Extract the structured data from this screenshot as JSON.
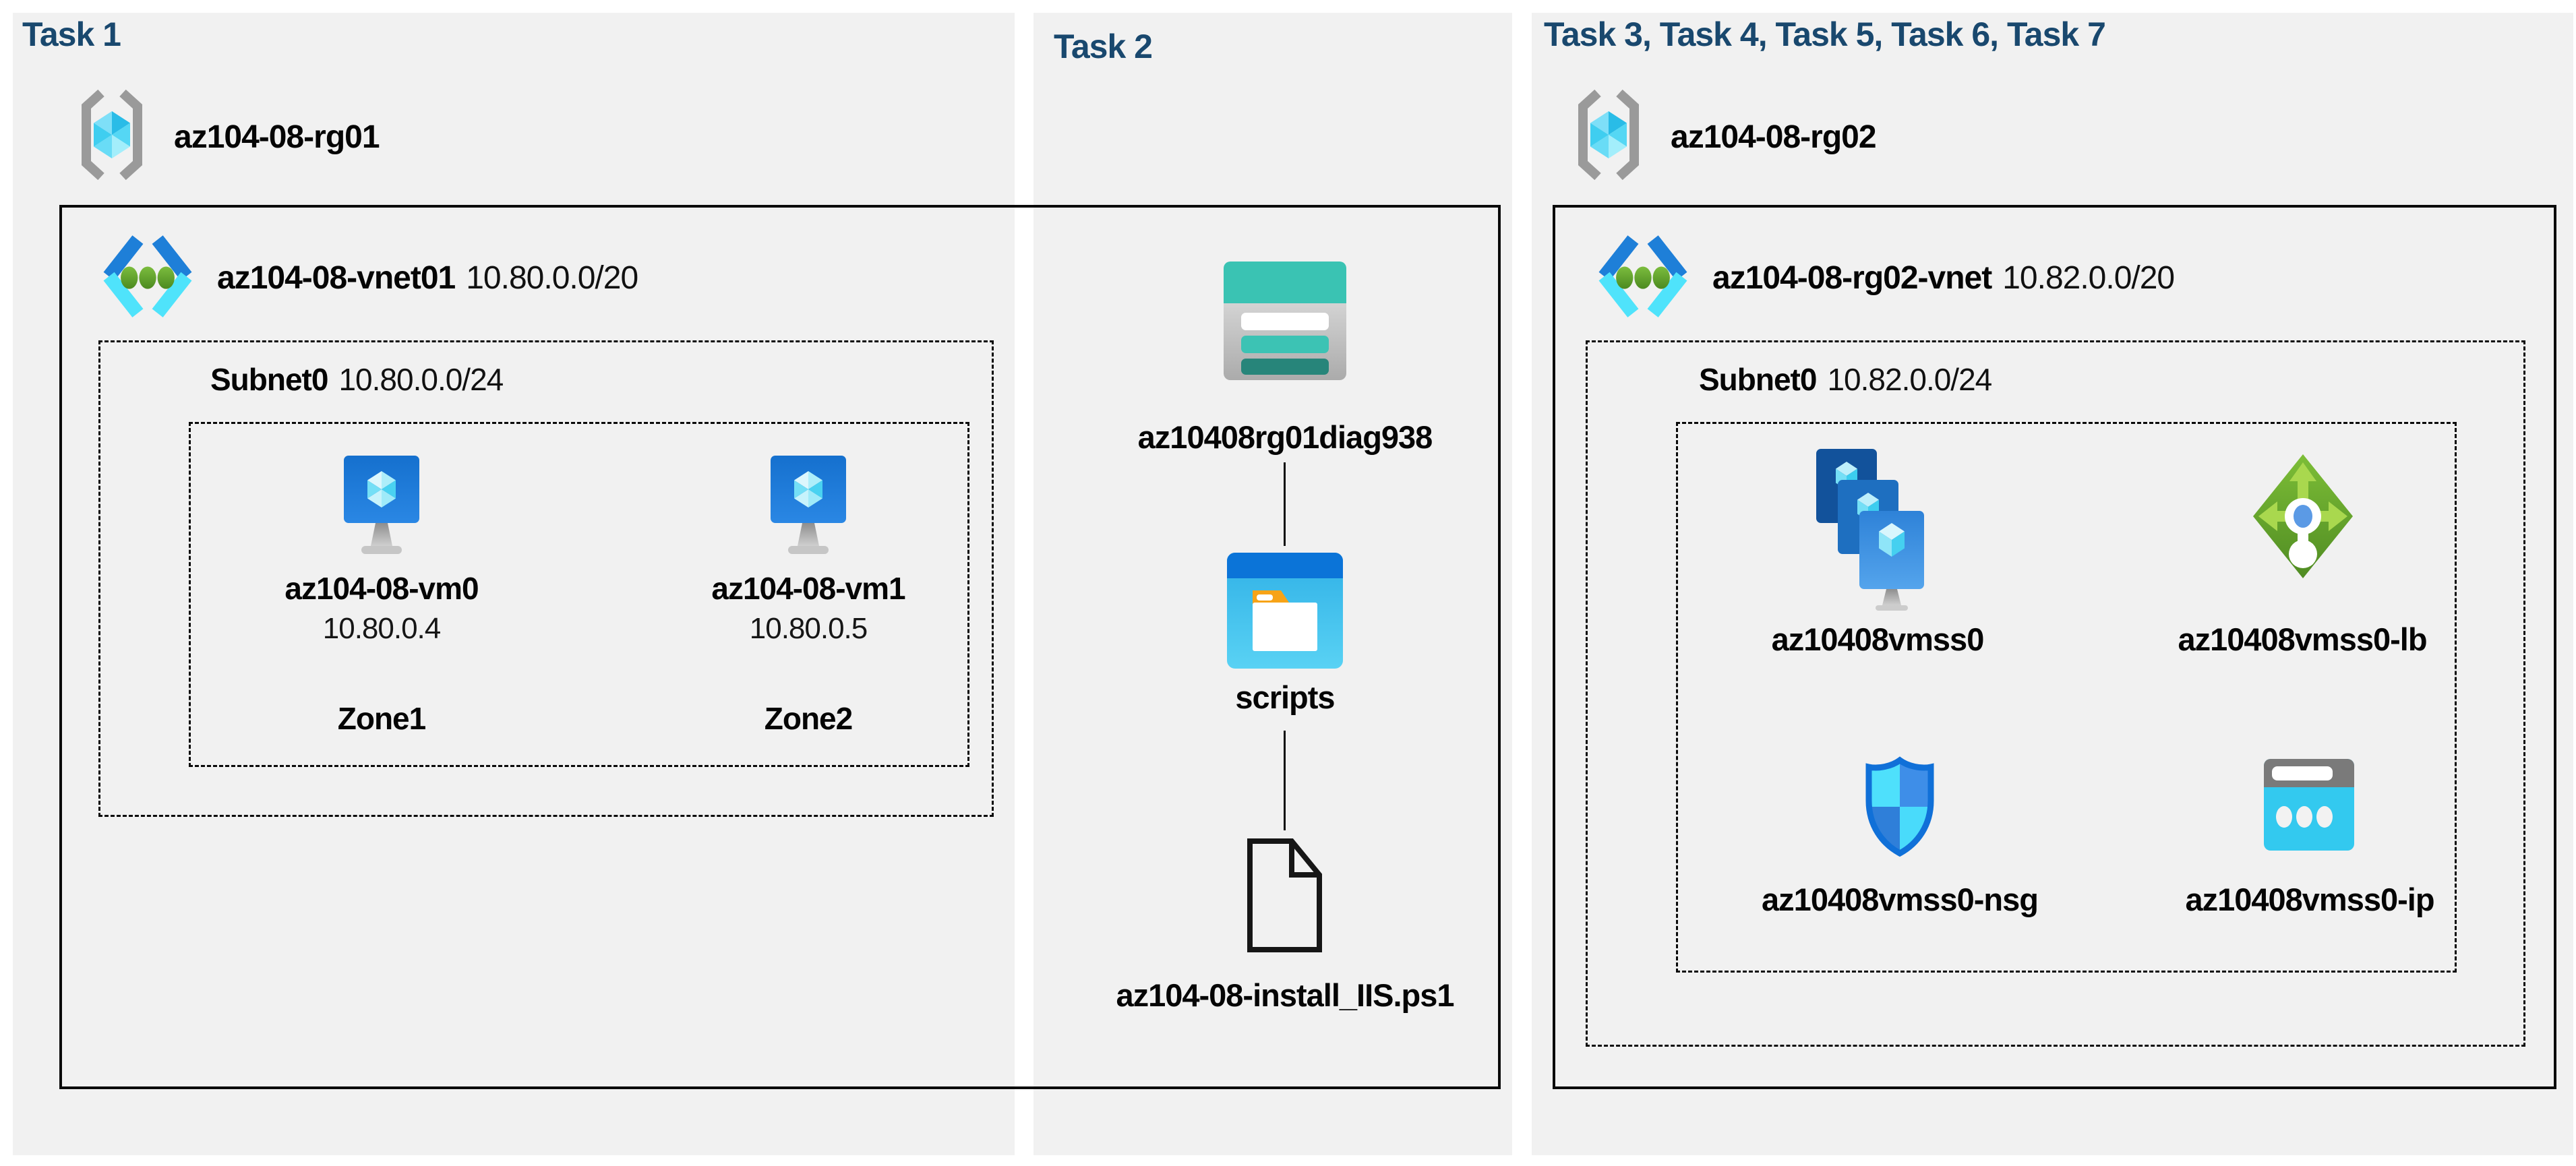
{
  "panels": [
    {
      "title": "Task 1",
      "resource_group": "az104-08-rg01",
      "vnet": {
        "name": "az104-08-vnet01",
        "cidr": "10.80.0.0/20"
      },
      "subnet": {
        "name": "Subnet0",
        "cidr": "10.80.0.0/24"
      },
      "vms": [
        {
          "name": "az104-08-vm0",
          "ip": "10.80.0.4",
          "zone": "Zone1"
        },
        {
          "name": "az104-08-vm1",
          "ip": "10.80.0.5",
          "zone": "Zone2"
        }
      ]
    },
    {
      "title": "Task 2",
      "storage_account": "az10408rg01diag938",
      "blob_container": "scripts",
      "script_file": "az104-08-install_IIS.ps1"
    },
    {
      "title": "Task 3, Task 4, Task 5, Task 6, Task 7",
      "resource_group": "az104-08-rg02",
      "vnet": {
        "name": "az104-08-rg02-vnet",
        "cidr": "10.82.0.0/20"
      },
      "subnet": {
        "name": "Subnet0",
        "cidr": "10.82.0.0/24"
      },
      "resources": [
        {
          "name": "az10408vmss0",
          "type": "virtual-machine-scale-set"
        },
        {
          "name": "az10408vmss0-lb",
          "type": "load-balancer"
        },
        {
          "name": "az10408vmss0-nsg",
          "type": "network-security-group"
        },
        {
          "name": "az10408vmss0-ip",
          "type": "public-ip-address"
        }
      ]
    }
  ],
  "colors": {
    "title_navy": "#19486E",
    "panel_gray": "#F1F1F1",
    "box_border": "#0A0A0A",
    "vnet_blue": "#1E7FD8",
    "vnet_cyan": "#4FE3FB",
    "dot_green": "#5A9E2D",
    "lb_green": "#5F9E2C",
    "storage_teal": "#3AC3B3",
    "shield_outline_blue": "#1070D8",
    "public_ip_cyan": "#33C9EF"
  }
}
